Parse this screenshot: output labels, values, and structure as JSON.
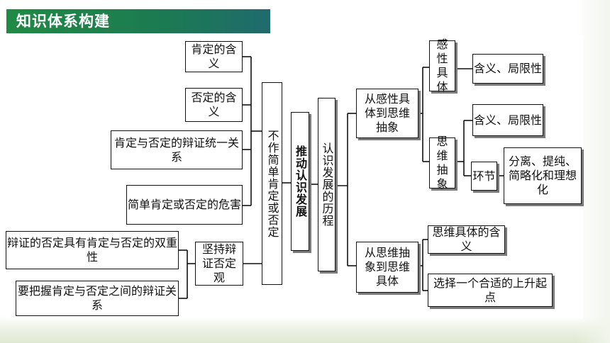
{
  "slide": {
    "title": "知识体系构建"
  },
  "diagram": {
    "left_column": {
      "positive_meaning": "肯定的含义",
      "negative_meaning": "否定的含义",
      "dialectical_unity": "肯定与否定的辩证统一关系",
      "simple_harm": "简单肯定或否定的危害"
    },
    "adhere_view": {
      "label": "坚持辩证否定观",
      "sub": {
        "dual_nature": "辩证的否定具有肯定与否定的双重性",
        "grasp_relation": "要把握肯定与否定之间的辩证关系"
      }
    },
    "column_not_simple": "不作简单肯定或否定",
    "column_promote": "推动认识发展",
    "column_course": "认识发展的历程",
    "upper_branch": {
      "label": "从感性具体到思维抽象",
      "perceptual_concrete": "感性具体",
      "perceptual_detail": "含义、局限性",
      "thinking_abstract": "思维抽象",
      "abstract_detail": "含义、局限性",
      "links": "环节",
      "links_detail": "分离、提纯、简略化和理想化"
    },
    "lower_branch": {
      "label": "从思维抽象到思维具体",
      "meaning": "思维具体的含义",
      "start_point": "选择一个合适的上升起点"
    }
  }
}
